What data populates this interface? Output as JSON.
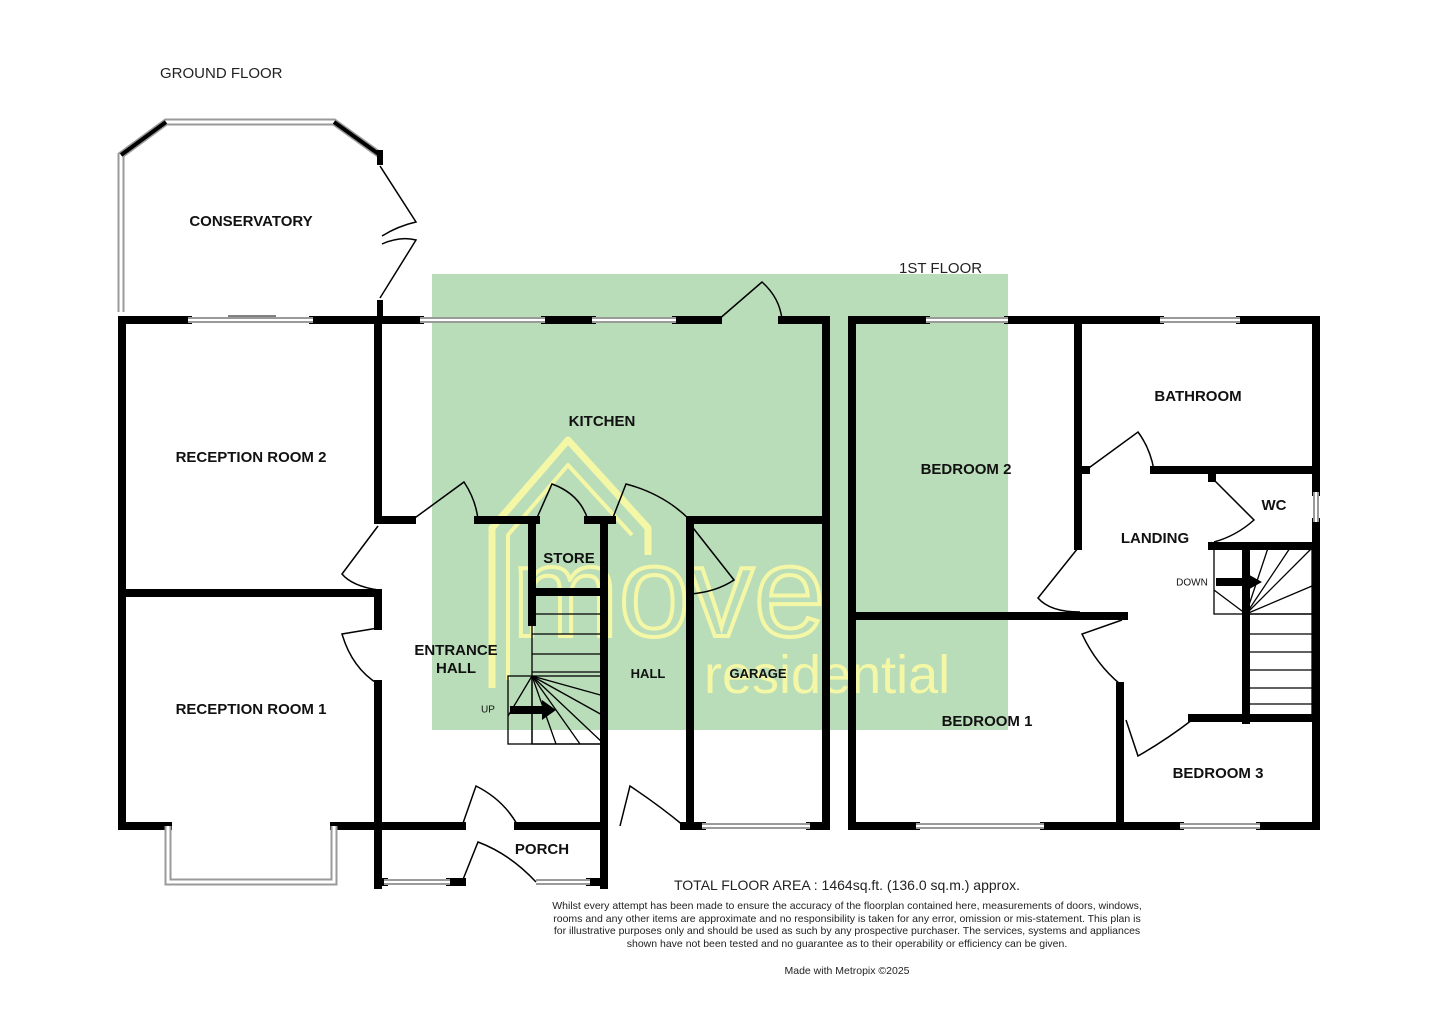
{
  "floors": {
    "ground": "GROUND FLOOR",
    "first": "1ST FLOOR"
  },
  "rooms": {
    "conservatory": "CONSERVATORY",
    "reception2": "RECEPTION ROOM 2",
    "reception1": "RECEPTION ROOM 1",
    "kitchen": "KITCHEN",
    "store": "STORE",
    "entrance_hall": "ENTRANCE\nHALL",
    "hall": "HALL",
    "garage": "GARAGE",
    "porch": "PORCH",
    "bedroom2": "BEDROOM 2",
    "bathroom": "BATHROOM",
    "wc": "WC",
    "landing": "LANDING",
    "bedroom1": "BEDROOM 1",
    "bedroom3": "BEDROOM 3"
  },
  "stairs": {
    "up": "UP",
    "down": "DOWN"
  },
  "watermark": {
    "main": "move",
    "sub": "residential",
    "panel_color": "#b9dcb9",
    "logo_color": "#f4f7a6"
  },
  "footer": {
    "total_area": "TOTAL FLOOR AREA : 1464sq.ft. (136.0 sq.m.) approx.",
    "disclaimer": "Whilst every attempt has been made to ensure the accuracy of the floorplan contained here, measurements of doors, windows, rooms and any other items are approximate and no responsibility is taken for any error, omission or mis-statement. This plan is for illustrative purposes only and should be used as such by any prospective purchaser. The services, systems and appliances shown have not been tested and no guarantee as to their operability or efficiency can be given.",
    "credit": "Made with Metropix ©2025"
  },
  "colors": {
    "wall": "#000000",
    "window": "#9a9a9a"
  }
}
